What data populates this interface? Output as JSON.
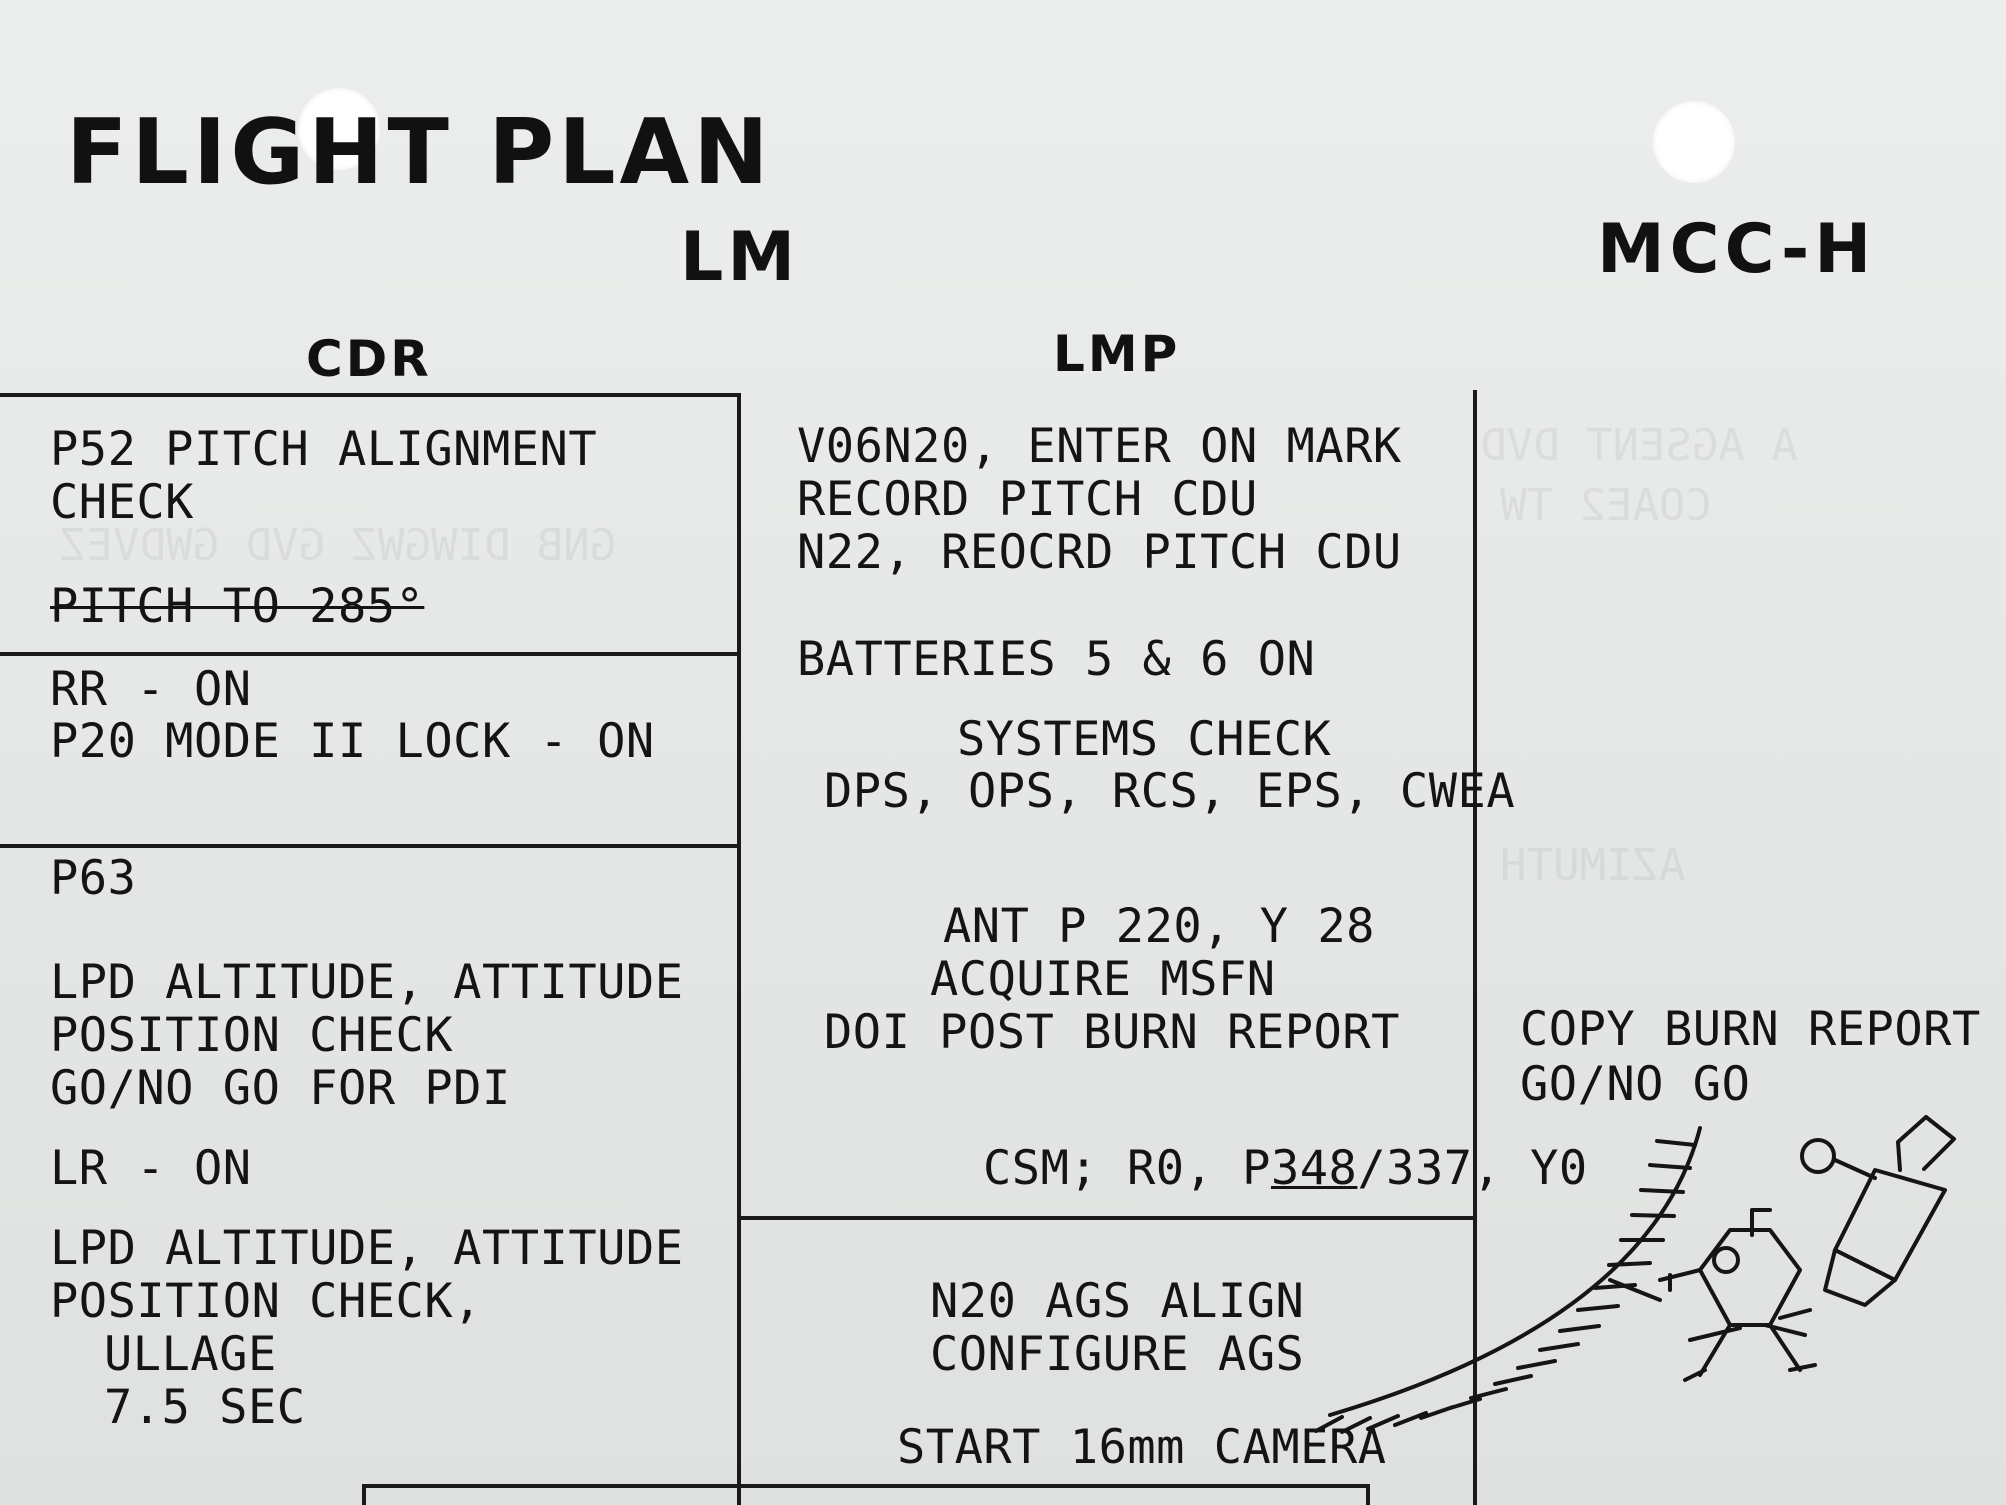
{
  "header": {
    "title": "FLIGHT PLAN",
    "lm": "LM",
    "mcc": "MCC-H",
    "cdr": "CDR",
    "lmp": "LMP"
  },
  "cdr": {
    "p52_title_1": "P52 PITCH ALIGNMENT",
    "p52_title_2": "CHECK",
    "pitch_struck": "PITCH TO 285°",
    "rr_on": "RR - ON",
    "p20_lock": "P20 MODE II LOCK - ON",
    "p63": "P63",
    "lpd_1": "LPD ALTITUDE, ATTITUDE",
    "lpd_2": "POSITION CHECK",
    "go_pdi": "GO/NO GO FOR PDI",
    "lr_on": "LR - ON",
    "lpd2_1": "LPD ALTITUDE, ATTITUDE",
    "lpd2_2": "POSITION CHECK,",
    "ullage": "ULLAGE",
    "sec": "7.5 SEC"
  },
  "lmp": {
    "v06n20": "V06N20, ENTER ON MARK",
    "record_pitch": "RECORD PITCH CDU",
    "n22": "N22, REOCRD PITCH CDU",
    "batteries": "BATTERIES 5 & 6 ON",
    "systems_check": "SYSTEMS CHECK",
    "systems_list": "DPS, OPS, RCS, EPS, CWEA",
    "ant": "ANT P 220, Y 28",
    "acquire": "ACQUIRE MSFN",
    "doi": "DOI POST BURN REPORT",
    "csm_prefix": "CSM; R0, P",
    "csm_underlined": "348",
    "csm_suffix": "/337, Y0",
    "n20_ags": "N20 AGS ALIGN",
    "configure_ags": "CONFIGURE AGS",
    "camera": "START 16mm CAMERA"
  },
  "mcc": {
    "copy_burn": "COPY BURN REPORT",
    "go_no_go": "GO/NO GO"
  }
}
